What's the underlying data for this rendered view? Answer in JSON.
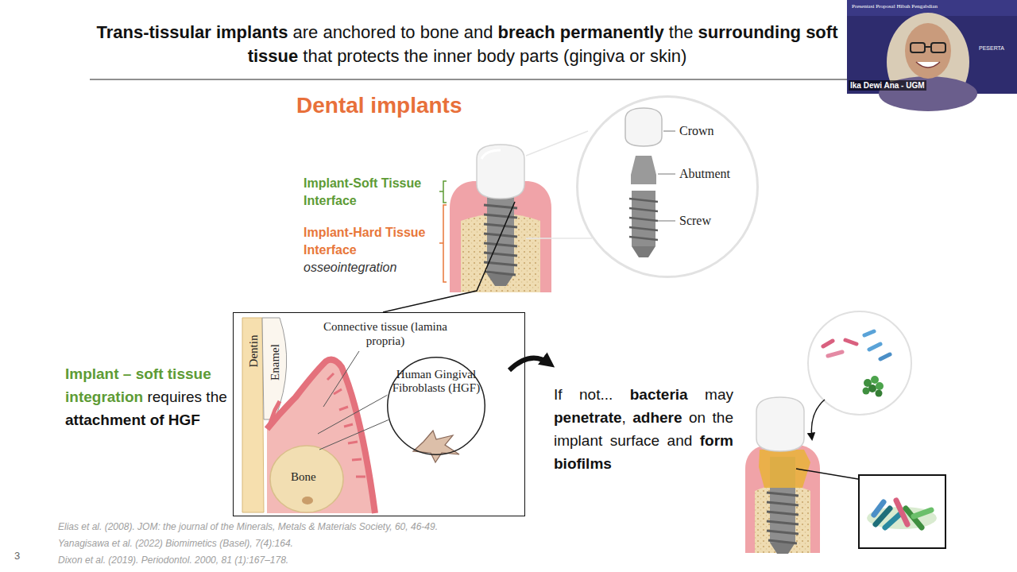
{
  "diagram": {
    "title": "Trans-tissular implants are anchored to bone and breach permanently the surrounding soft tissue that protects the inner body parts (gingiva or skin)",
    "nodes": [
      {
        "text": [
          "Presentasi Proposal Hibah Pengabdian",
          "PESERTA",
          "Ika Dewi Ana - UGM"
        ]
      },
      {
        "text": [
          "Crown",
          "Abutment",
          "Screw"
        ]
      },
      {
        "text": [
          "Connective tissue (lamina propria)",
          "Dentin",
          "Enamel",
          "Bone"
        ]
      },
      {
        "text": [
          "Human Gingival Fibroblasts (HGF)"
        ],
        "in": 2
      }
    ],
    "labels": [
      "Dental implants",
      "Implant-Soft Tissue Interface",
      "Implant-Hard Tissue Interface",
      "osseointegration",
      "Implant – soft tissue integration requires the attachment of HGF",
      "If not... bacteria may penetrate, adhere on the implant surface and form biofilms",
      "Elias et al. (2008). JOM: the journal of the Minerals, Metals & Materials Society, 60, 46-49.",
      "Yanagisawa et al. (2022) Biomimetics (Basel), 7(4):164.",
      "Dixon et al. (2019). Periodontol. 2000, 81 (1):167–178.",
      "3"
    ]
  }
}
